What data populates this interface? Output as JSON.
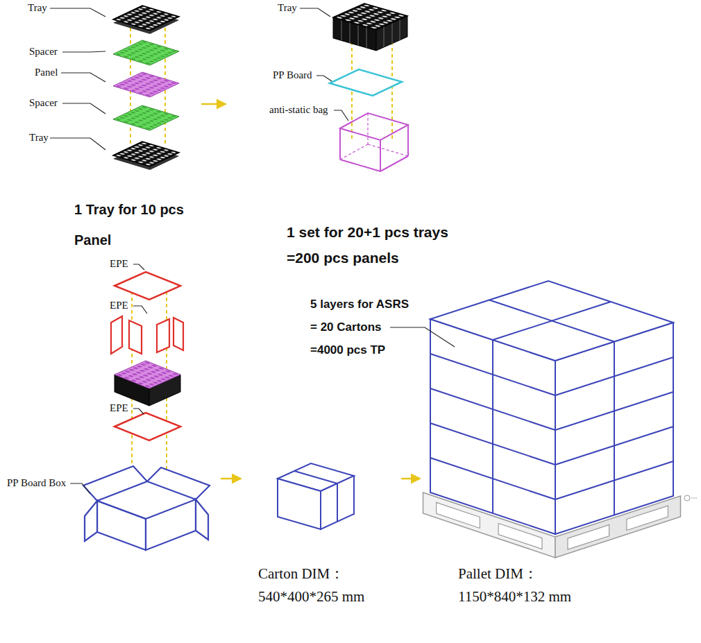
{
  "diagram": {
    "labels": [
      "Tray",
      "Spacer",
      "Panel",
      "Spacer",
      "Tray",
      "Tray",
      "PP Board",
      "anti-static bag",
      "1 Tray for 10 pcs Panel",
      "1 set for 20+1 pcs trays =200 pcs panels",
      "EPE",
      "5 layers for ASRS = 20 Cartons =4000 pcs TP",
      "EPE",
      "EPE",
      "PP Board Box",
      "Carton DIM：",
      "540*400*265 mm",
      "Pallet DIM：",
      "1150*840*132 mm"
    ]
  }
}
